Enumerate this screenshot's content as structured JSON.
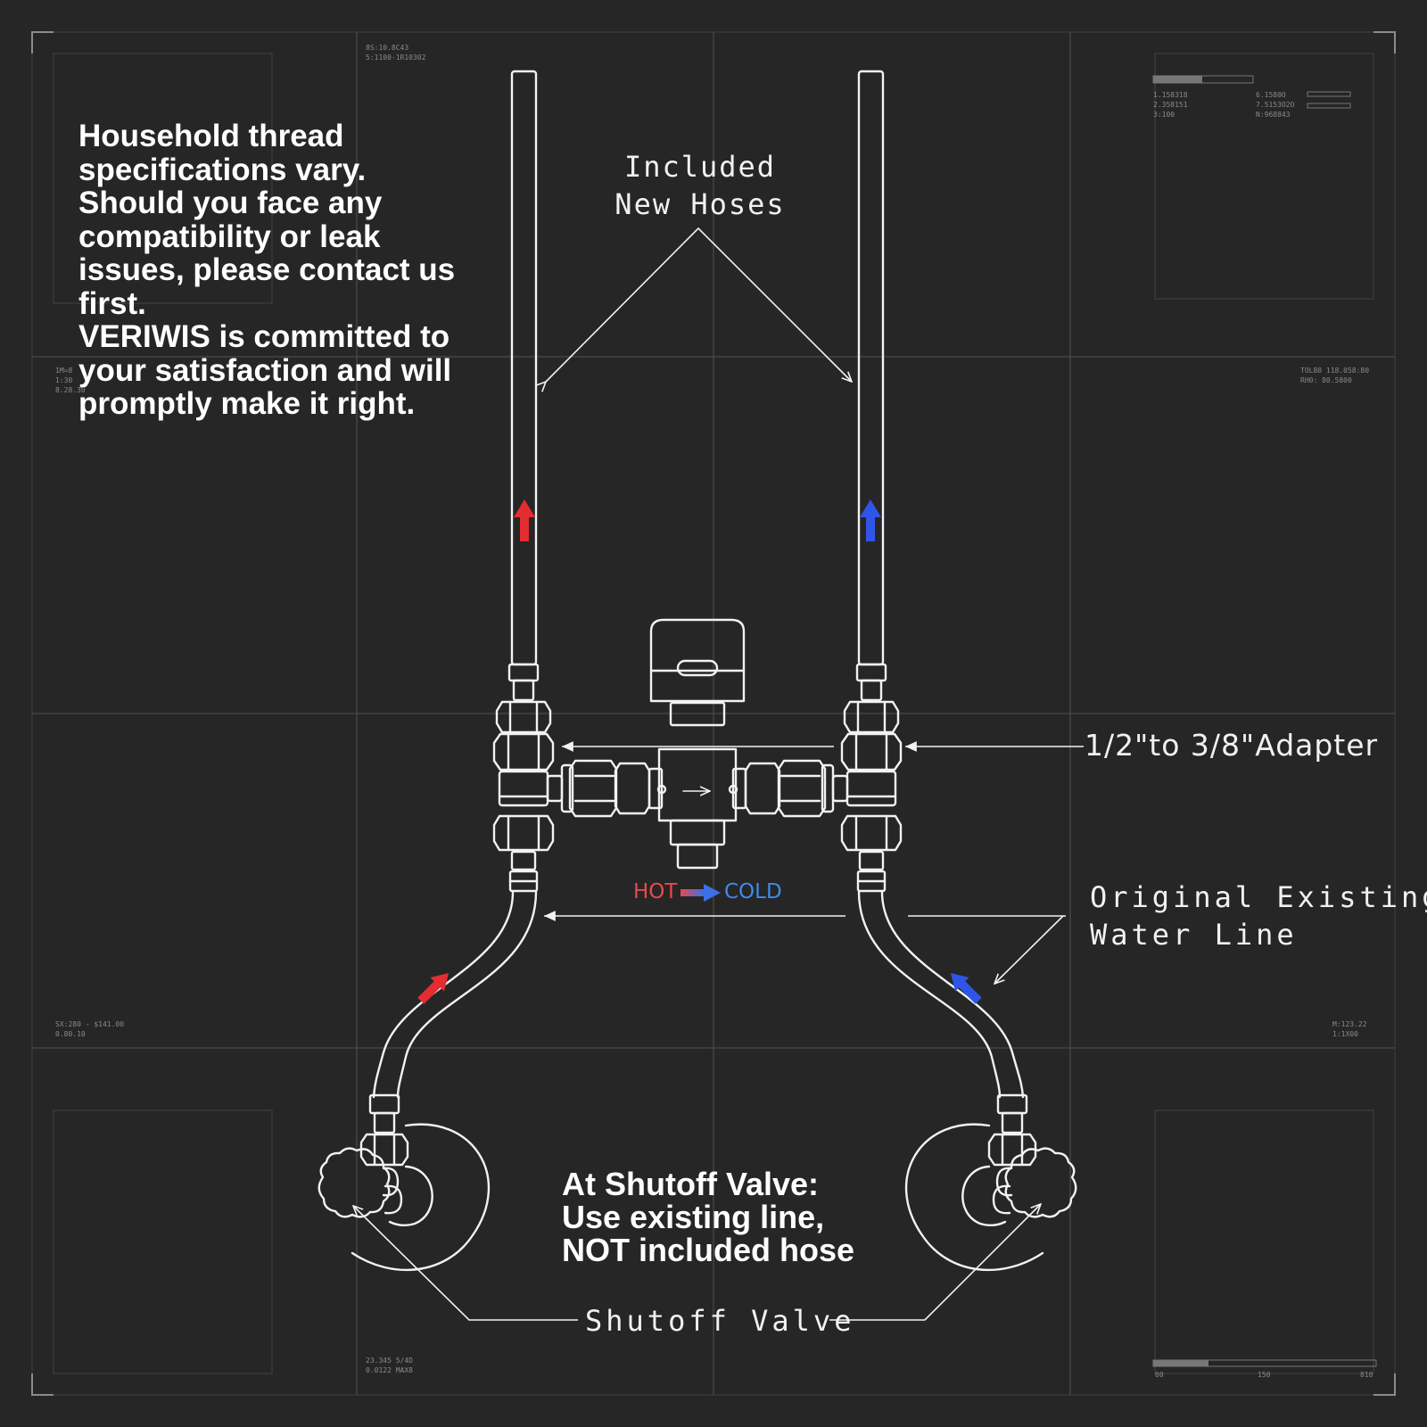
{
  "disclaimer": {
    "lines": [
      "Household thread",
      "specifications vary.",
      "Should you face any",
      "compatibility or leak",
      "issues, please contact us",
      "first.",
      "VERIWIS is committed to",
      "your satisfaction and will",
      "promptly make it right."
    ]
  },
  "labels": {
    "included_hoses": [
      "Included",
      "New Hoses"
    ],
    "adapter": "1/2\"to 3/8\"Adapter",
    "original_water_line": [
      "Original Existing",
      "Water Line"
    ],
    "shutoff_valve": "Shutoff Valve",
    "hot": "HOT",
    "cold": "COLD"
  },
  "shutoff_note": {
    "lines": [
      "At Shutoff Valve:",
      "Use existing line,",
      "NOT included hose"
    ]
  },
  "title_block": {
    "top_left": [
      "8S:10.8C43",
      "5:1100-1R10302"
    ],
    "top_right_left": [
      "1.158318",
      "2.358151",
      "3:100"
    ],
    "top_right_right": [
      "6.1580O",
      "7.5153O2O",
      "N:968843"
    ],
    "mid_left": [
      "1M=8",
      "1:30",
      "8.28.30"
    ],
    "mid_right": [
      "TOL80 118.058:80",
      "RH0:    80.5800"
    ],
    "low_left": [
      "SX:280 - $141.00",
      "0.80.10"
    ],
    "low_right": [
      "M:123.22",
      "1:1X00"
    ],
    "bottom_mid": [
      "23.345 5/4D",
      "0.0122 MAX8"
    ],
    "bottom_right": [
      "00",
      "150",
      "810"
    ]
  },
  "colors": {
    "background": "#262626",
    "line": "#f2f2f2",
    "grid": "#4a4a4a",
    "hot": "#e32d31",
    "cold": "#2f55e8"
  },
  "icons": [
    "hot-flow-arrow-icon",
    "cold-flow-arrow-icon",
    "hot-to-cold-arrow-icon",
    "valve-handle-knob-icon"
  ]
}
